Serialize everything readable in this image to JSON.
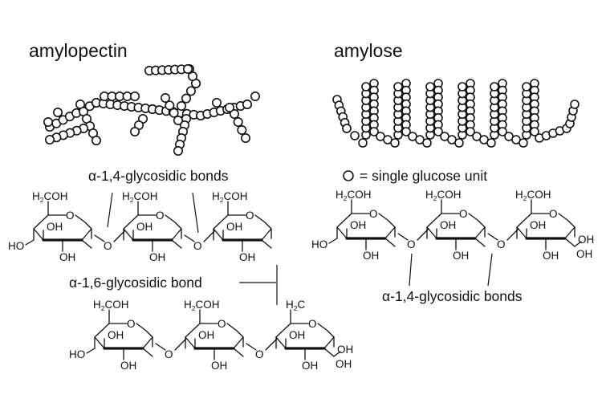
{
  "headings": {
    "left": "amylopectin",
    "right": "amylose"
  },
  "labels": {
    "a14_left": "α-1,4-glycosidic bonds",
    "a16": "α-1,6-glycosidic bond",
    "legend": "= single glucose unit",
    "a14_right": "α-1,4-glycosidic bonds"
  },
  "chem": {
    "ring_oxygen": "O",
    "linkage_oxygen": "O",
    "hydroxyl": "OH",
    "hydroxyl_left": "HO",
    "ch2oh_h": "H",
    "ch2oh_sub": "2",
    "ch2oh_rest": "COH",
    "ch2_h": "H",
    "ch2_sub": "2",
    "ch2_c": "C"
  },
  "colors": {
    "ink": "#111111",
    "background": "#ffffff"
  }
}
